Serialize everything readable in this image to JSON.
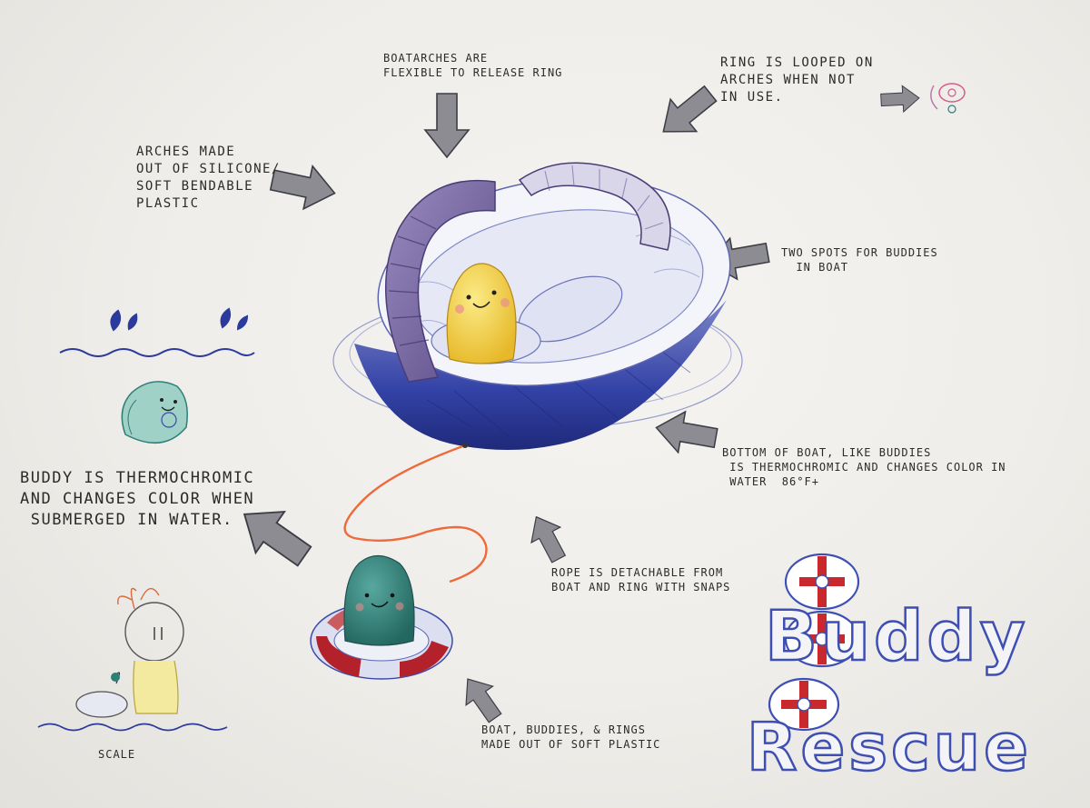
{
  "annotations": {
    "boatarches": "Boatarches are\nflexible to release ring",
    "ring_looped": "Ring is looped on\narches when not\nin use.",
    "arches_made": "Arches made\nout of silicone/\nsoft bendable\nplastic",
    "two_spots": "Two spots for buddies\n  in boat",
    "bottom_boat": "Bottom of boat, like buddies\n is thermochromic and changes color in\n water  86°F+",
    "buddy_thermo": "Buddy is thermochromic\nand changes color when\n submerged in water.",
    "rope": "Rope is detachable from\nBoat and ring with snaps",
    "boat_materials": "Boat, buddies, & rings\nmade out of soft plastic",
    "scale": "Scale"
  },
  "title": {
    "line1": "Buddy",
    "line2": "Rescue"
  },
  "colors": {
    "boat_blue": "#2f3d9e",
    "arch_purple": "#6b5b95",
    "buddy_yellow": "#f0d34a",
    "buddy_teal": "#2e7f78",
    "ring_red": "#c0282b",
    "rope_orange": "#ef6a3a",
    "title_outline": "#3e4fb4",
    "arrow_gray": "#6f6f77"
  }
}
